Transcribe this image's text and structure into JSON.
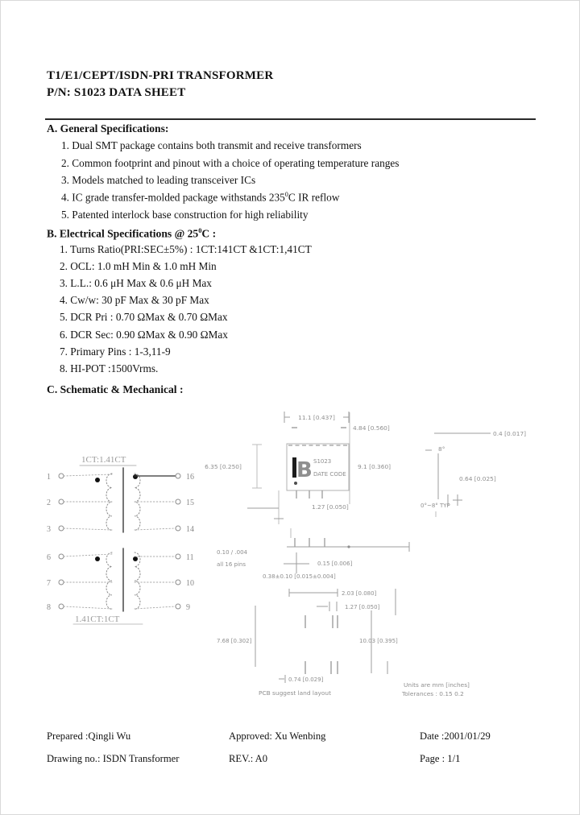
{
  "header": {
    "title": "T1/E1/CEPT/ISDN-PRI TRANSFORMER",
    "part_line": "P/N: S1023 DATA SHEET"
  },
  "section_a": {
    "heading": "A. General Specifications:",
    "item1": "1. Dual SMT package contains both transmit and receive transformers",
    "item2": "2. Common footprint and pinout with a choice of operating temperature ranges",
    "item3": "3. Models matched to leading transceiver ICs",
    "item4_pre": "4. IC grade transfer-molded package withstands 235",
    "item4_sup": "0",
    "item4_post": "C IR reflow",
    "item5": "5. Patented interlock base construction for high reliability"
  },
  "section_b": {
    "heading_pre": "B. Electrical Specifications @ 25",
    "heading_sup": "0",
    "heading_post": "C :",
    "item1": "1. Turns Ratio(PRI:SEC±5%) : 1CT:141CT &1CT:1,41CT",
    "item2": "2. OCL: 1.0 mH Min & 1.0 mH Min",
    "item3": "3. L.L.: 0.6 μH Max & 0.6 μH Max",
    "item4": "4. Cw/w: 30 pF Max & 30 pF Max",
    "item5": "5. DCR Pri : 0.70  ΩMax & 0.70  ΩMax",
    "item6": "6. DCR Sec: 0.90  ΩMax & 0.90  ΩMax",
    "item7": "7. Primary Pins : 1-3,11-9",
    "item8": "8. HI-POT :1500Vrms."
  },
  "section_c": {
    "heading": "C. Schematic & Mechanical :"
  },
  "schematic": {
    "ratio_top": "1CT:1.41CT",
    "ratio_bottom": "1.41CT:1CT",
    "pins_left": [
      "1",
      "2",
      "3",
      "6",
      "7",
      "8"
    ],
    "pins_right": [
      "16",
      "15",
      "14",
      "11",
      "10",
      "9"
    ]
  },
  "top_view": {
    "dim_width": "11.1 [0.437]",
    "dim_right_upper": "4.84 [0.560]",
    "dim_left": "6.35 [0.250]",
    "dim_right": "9.1 [0.360]",
    "dim_pitch": "1.27 [0.050]",
    "part_marking": "S1023",
    "date_code": "DATE CODE"
  },
  "side_view": {
    "dim_top": "0.4 [0.017]",
    "angle": "8°",
    "dim_mid": "0.64 [0.025]",
    "note": "0°~8° TYP"
  },
  "footprint": {
    "note_line1": "0.10 / .004",
    "note_line2": "all 16 pins",
    "dim_dia": "0.15 [0.006]",
    "dim_lead": "0.38±0.10 [0.015±0.004]",
    "dim_a": "2.03 [0.080]",
    "dim_b": "1.27 [0.050]",
    "dim_c": "7.68 [0.302]",
    "dim_d": "10.03 [0.395]",
    "dim_e": "0.74 [0.029]",
    "caption": "PCB suggest land layout",
    "units_note": "Units are mm [inches]",
    "tolerance_note": "Tolerances : 0.15 0.2"
  },
  "footer": {
    "prepared": "Prepared :Qingli Wu",
    "approved": "Approved: Xu Wenbing",
    "date": "Date :2001/01/29",
    "drawing_no": "Drawing no.: ISDN Transformer",
    "rev": "REV.: A0",
    "page": "Page : 1/1"
  }
}
